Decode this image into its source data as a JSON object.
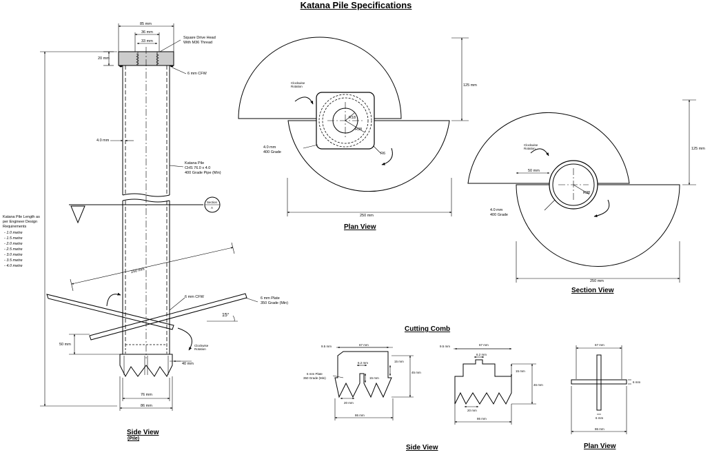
{
  "title": "Katana Pile Specifications",
  "side_view": {
    "label": "Side View",
    "sublabel": "(Pile)",
    "dim_85": "85 mm",
    "dim_36": "36 mm",
    "dim_33": "33 mm",
    "dim_20": "20 mm",
    "drive_head_1": "Square Drive Head",
    "drive_head_2": "With M36 Thread",
    "cfw_6_top": "6 mm CFW",
    "dim_4": "4.0 mm",
    "pile_1": "Katana Pile",
    "pile_2": "CHS 76.0 x 4.0",
    "pile_3": "400 Grade Pipe (Min)",
    "section_1": "Section",
    "section_2": "A",
    "length_1": "Katana Pile Length as",
    "length_2": "per Engineer Design",
    "length_3": "Requirements",
    "lengths": [
      "- 1.0 metre",
      "- 1.5 metre",
      "- 2.0 metre",
      "- 2.5 metre",
      "- 3.0 metre",
      "- 3.5 metre",
      "- 4.0 metre"
    ],
    "dim_250": "250 mm",
    "cfw_6_mid": "6 mm CFW",
    "plate_1": "6 mm Plate",
    "plate_2": "350 Grade (Min)",
    "angle": "15°",
    "dim_50": "50 mm",
    "rot_1": "Clockwise",
    "rot_2": "Rotation",
    "dim_40": "40 mm",
    "dim_76": "76 mm",
    "dim_86": "86 mm"
  },
  "plan_view": {
    "label": "Plan View",
    "rot_1": "Clockwise",
    "rot_2": "Rotation",
    "dim_125": "125 mm",
    "r18": "R18",
    "r38": "R38",
    "r6": "R6",
    "thick_1": "4.0 mm",
    "thick_2": "400 Grade",
    "dim_250": "250 mm"
  },
  "section_view": {
    "label": "Section View",
    "rot_1": "Clockwise",
    "rot_2": "Rotation",
    "dim_50": "50 mm",
    "r38": "R38",
    "dim_125": "125 mm",
    "thick_1": "4.0 mm",
    "thick_2": "400 Grade",
    "dim_250": "250 mm"
  },
  "cutting_comb": {
    "label": "Cutting Comb",
    "side_label": "Side View",
    "plan_label": "Plan View",
    "a_95": "9.5 mm",
    "a_67": "67 mm",
    "a_15": "15 mm",
    "a_62": "6.2 mm",
    "a_15b": "15 mm",
    "a_45": "45 mm",
    "a_plate_1": "6 mm Plate",
    "a_plate_2": "350 Grade (Min)",
    "a_20": "20 mm",
    "a_86": "86 mm",
    "b_95": "9.5 mm",
    "b_67": "67 mm",
    "b_62": "6.2 mm",
    "b_15": "15 mm",
    "b_46": "46 mm",
    "b_20": "20 mm",
    "b_86": "86 mm",
    "c_67": "67 mm",
    "c_6a": "6 mm",
    "c_6b": "6 mm",
    "c_86": "86 mm"
  }
}
